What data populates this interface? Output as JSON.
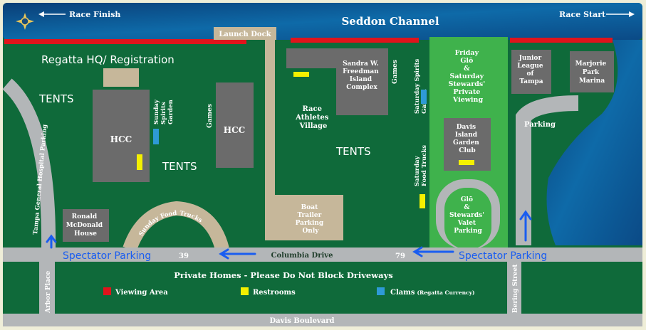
{
  "title": {
    "channel": "Seddon Channel",
    "race_finish": "Race Finish",
    "race_start": "Race Start"
  },
  "labels": {
    "regatta_hq": "Regatta HQ/ Registration",
    "launch_dock": "Launch Dock",
    "tents_1": "TENTS",
    "tents_2": "TENTS",
    "tents_3": "TENTS",
    "hcc_1": "HCC",
    "hcc_2": "HCC",
    "sunday_spirits_garden": [
      "Sunday",
      "Spirits",
      "Garden"
    ],
    "games_1": "Games",
    "games_2": "Games",
    "freedman_complex": [
      "Sandra W.",
      "Freedman",
      "Island",
      "Complex"
    ],
    "race_athletes_village": [
      "Race",
      "Athletes",
      "Village"
    ],
    "saturday_spirits_garden": [
      "Saturday Spirits",
      "Garden"
    ],
    "saturday_food_trucks": [
      "Saturday",
      "Food Trucks"
    ],
    "glo_viewing": [
      "Friday",
      "Glō",
      "&",
      "Saturday",
      "Stewards'",
      "Private",
      "Viewing"
    ],
    "davis_island_garden_club": [
      "Davis",
      "Island",
      "Garden",
      "Club"
    ],
    "glo_valet": [
      "Glō",
      "&",
      "Stewards'",
      "Valet",
      "Parking"
    ],
    "junior_league": [
      "Junior",
      "League",
      "of",
      "Tampa"
    ],
    "marjorie_park": [
      "Marjorie",
      "Park",
      "Marina"
    ],
    "parking": "Parking",
    "tampa_general_parking": "Tampa General Hospital Parking",
    "ronald_mcdonald": [
      "Ronald",
      "McDonald",
      "House"
    ],
    "sunday_food_trucks": "Sunday Food Trucks",
    "boat_trailer": [
      "Boat",
      "Trailer",
      "Parking",
      "Only"
    ],
    "columbia_drive": "Columbia Drive",
    "num_39": "39",
    "num_79": "79",
    "spectator_parking_left": "Spectator Parking",
    "spectator_parking_right": "Spectator Parking",
    "arbor_place": "Arbor Place",
    "bering_street": "Bering Street",
    "davis_boulevard": "Davis Boulevard",
    "private_homes": "Private Homes - Please Do Not Block Driveways"
  },
  "legend": [
    {
      "label": "Viewing Area",
      "color": "#e0141c"
    },
    {
      "label": "Restrooms",
      "color": "#f4f000"
    },
    {
      "label": "Clams",
      "suffix": "(Regatta Currency)",
      "color": "#2e9ad6"
    }
  ],
  "colors": {
    "grass": "#0f6a3a",
    "water": "#0b5a90",
    "road": "#b3b6b8",
    "building": "#6b6b6b",
    "sand": "#c6b79a",
    "light_green": "#3fb24c",
    "blue_annotation": "#1a5df0"
  }
}
